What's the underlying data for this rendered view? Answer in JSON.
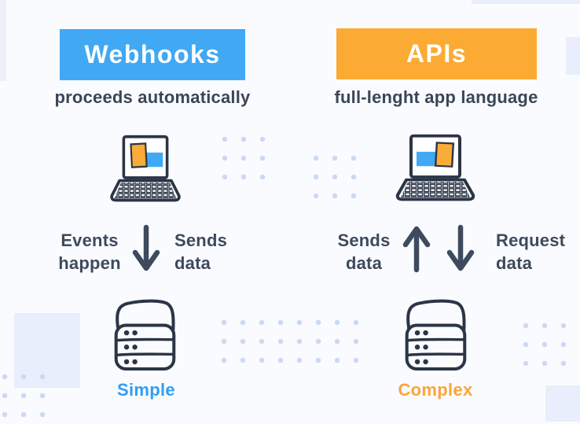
{
  "diagram": {
    "title_hint": "Webhooks vs APIs comparison",
    "left_column": {
      "header": "Webhooks",
      "subtitle": "proceeds automatically",
      "trigger_label_line1": "Events",
      "trigger_label_line2": "happen",
      "action_label_line1": "Sends",
      "action_label_line2": "data",
      "verdict": "Simple"
    },
    "right_column": {
      "header": "APIs",
      "subtitle": "full-lenght app language",
      "send_label_line1": "Sends",
      "send_label_line2": "data",
      "request_label_line1": "Request",
      "request_label_line2": "data",
      "verdict": "Complex"
    },
    "icons": {
      "laptop": "laptop-icon",
      "server": "server-icon",
      "arrow_down": "arrow-down-icon",
      "arrow_up": "arrow-up-icon"
    },
    "colors": {
      "webhooks_accent": "#41a8f4",
      "apis_accent": "#fbaa33",
      "simple_text": "#2d9ff7",
      "complex_text": "#fba43b",
      "dark_text": "#3d4a5e",
      "outline_dark": "#2b3547",
      "background": "#fafbfe",
      "dots": "#c9daf4",
      "decor_squares": "#e8eefb"
    }
  }
}
